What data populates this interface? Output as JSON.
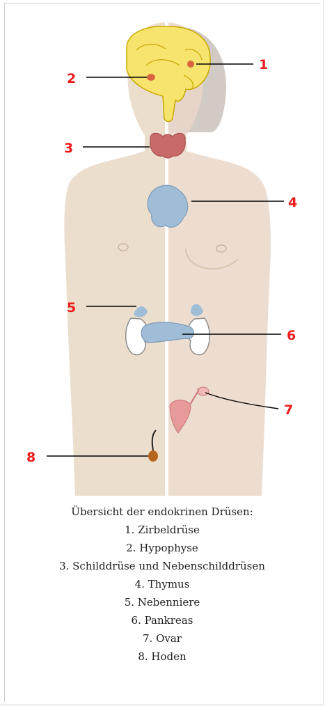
{
  "figure": {
    "callouts": [
      "1",
      "2",
      "3",
      "4",
      "5",
      "6",
      "7",
      "8"
    ],
    "colors": {
      "callout": "#ee1c1c",
      "skin": "#e9d8c4",
      "skin_right": "#ead7c8",
      "brain": "#f7e46e",
      "thyroid": "#c96a6a",
      "thymus": "#9fbdd6",
      "pituitary": "#d9643f",
      "testis": "#b5651d",
      "midline": "#ffffff"
    }
  },
  "caption": {
    "heading": "Übersicht der endokrinen Drüsen:",
    "items": [
      "1. Zirbeldrüse",
      "2. Hypophyse",
      "3. Schilddrüse und Nebenschilddrüsen",
      "4. Thymus",
      "5. Nebenniere",
      "6. Pankreas",
      "7. Ovar",
      "8. Hoden"
    ]
  }
}
